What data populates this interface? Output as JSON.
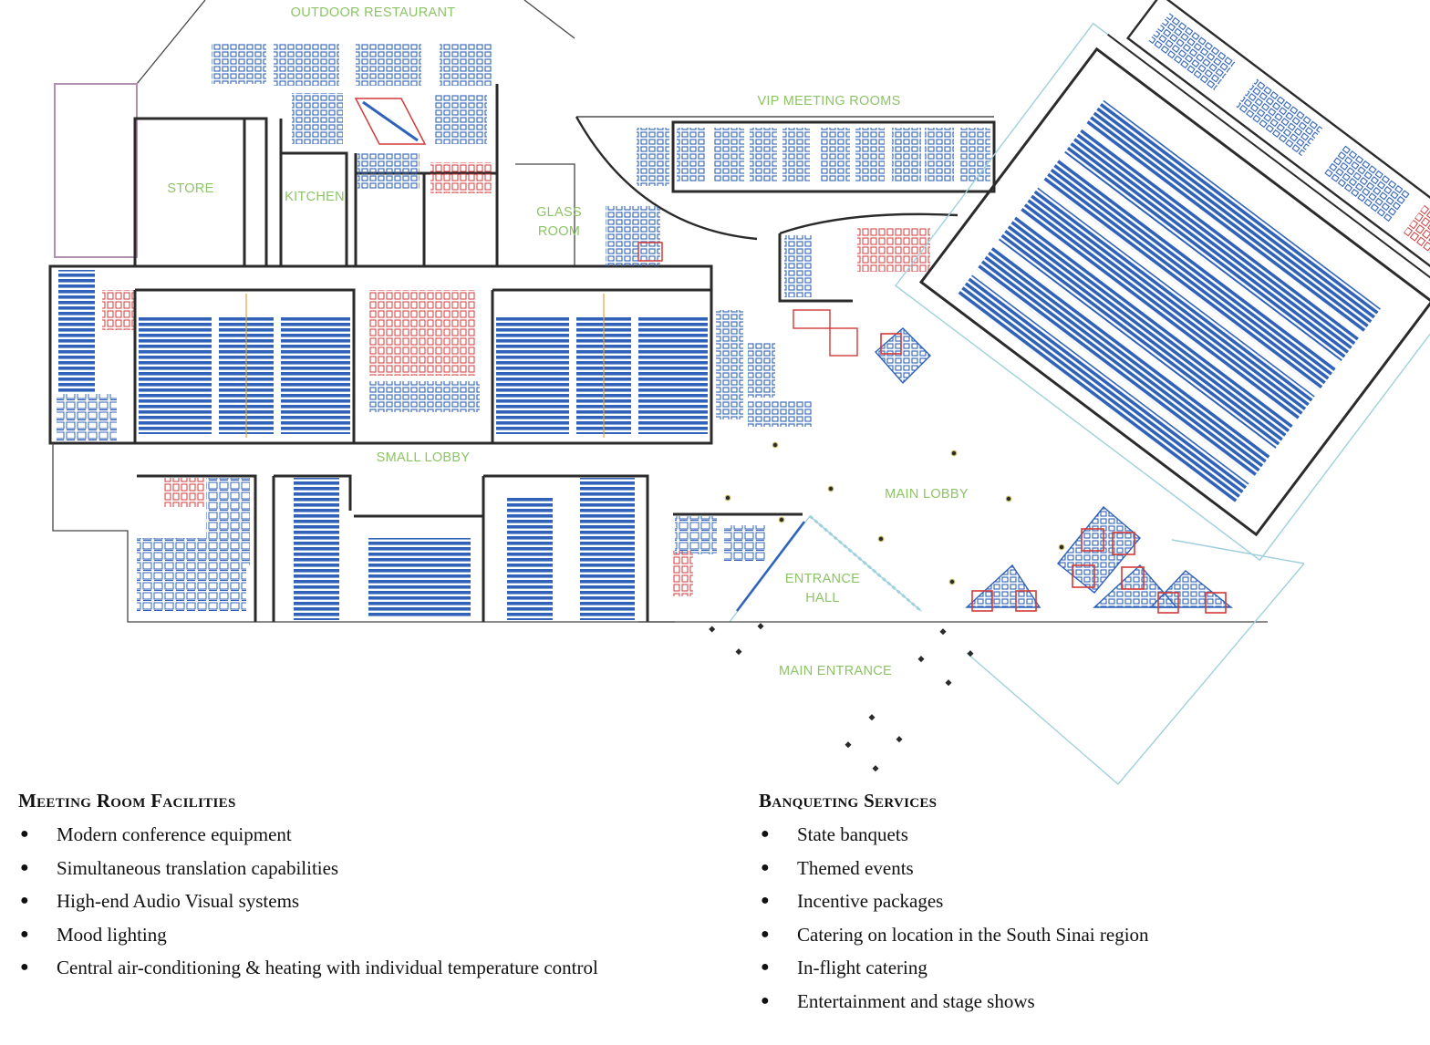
{
  "floorplan": {
    "labels": {
      "outdoor_restaurant": "OUTDOOR RESTAURANT",
      "vip_meeting_rooms": "VIP MEETING ROOMS",
      "store": "STORE",
      "kitchen": "KITCHEN",
      "glass_room_1": "GLASS",
      "glass_room_2": "ROOM",
      "small_lobby": "SMALL LOBBY",
      "main_lobby": "MAIN LOBBY",
      "entrance_hall_1": "ENTRANCE",
      "entrance_hall_2": "HALL",
      "main_entrance": "MAIN ENTRANCE"
    },
    "colors": {
      "label": "#8cc466",
      "seating": "#2f62b8",
      "wall": "#2b2b2b",
      "accent_red": "#d23a3a",
      "glass": "#9fd0dc"
    }
  },
  "meeting": {
    "title": "Meeting Room Facilities",
    "items": [
      "Modern conference equipment",
      "Simultaneous translation capabilities",
      "High-end Audio Visual systems",
      "Mood lighting",
      "Central air-conditioning & heating with individual temperature control"
    ]
  },
  "banquet": {
    "title": "Banqueting Services",
    "items": [
      "State banquets",
      "Themed events",
      "Incentive packages",
      "Catering on location in the South Sinai region",
      "In-flight catering",
      "Entertainment and stage shows"
    ]
  },
  "bullet": "●"
}
